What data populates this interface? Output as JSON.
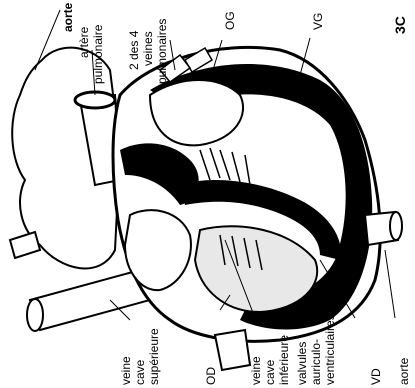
{
  "figure_number": "3C",
  "labels": {
    "aorte_top": "aorte",
    "pulm_artery_1": "artère",
    "pulm_artery_2": "pulmonaire",
    "pulm_veins_1": "2 des 4",
    "pulm_veins_2": "veines",
    "pulm_veins_3": "pulmonaires",
    "og": "OG",
    "vg": "VG",
    "svc_1": "veine",
    "svc_2": "cave",
    "svc_3": "supérieure",
    "od": "OD",
    "ivc_1": "veine",
    "ivc_2": "cave",
    "ivc_3": "inférieure",
    "valves_1": "valvules",
    "valves_2": "auriculo-",
    "valves_3": "ventriculaires",
    "vd": "VD",
    "aorte_bottom": "aorte"
  },
  "colors": {
    "ink": "#000000",
    "paper": "#ffffff",
    "shade": "#e8e8e8"
  }
}
